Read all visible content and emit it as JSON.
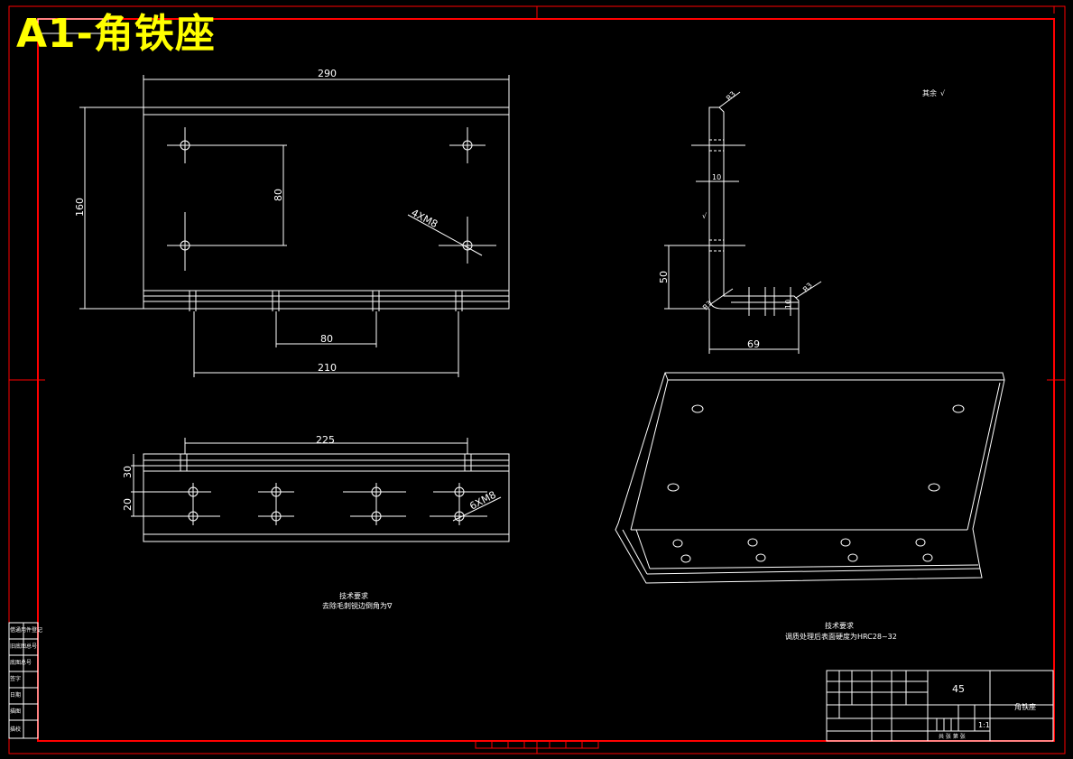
{
  "title": "A1-角铁座",
  "colors": {
    "background": "#000000",
    "frame": "#ff0000",
    "lines": "#ffffff",
    "title": "#ffff00"
  },
  "front_view": {
    "width": "290",
    "height": "160",
    "hole_spacing": "80",
    "pattern": "4XM8",
    "bottom_80": "80",
    "bottom_210": "210"
  },
  "side_view": {
    "r_top": "R3",
    "thickness": "10",
    "leg": "50",
    "width": "69",
    "thickness_base": "10",
    "r_bend": "R3",
    "r_end": "R3"
  },
  "bottom_view": {
    "length": "225",
    "dim_30": "30",
    "dim_20": "20",
    "pattern": "6XM8"
  },
  "notes": {
    "roughness_label": "其余",
    "tech_req_left_title": "技术要求",
    "tech_req_left_body": "去除毛刺锐边倒角为∇",
    "tech_req_right_title": "技术要求",
    "tech_req_right_body": "调质处理后表面硬度为HRC28~32"
  },
  "title_block": {
    "material": "45",
    "part_name": "角铁座",
    "scale": "1:1",
    "footer": "共 张 第 张"
  },
  "side_table": [
    "借通用件登记",
    "旧底图总号",
    "底图总号",
    "签字",
    "日期",
    "描图",
    "描校"
  ]
}
